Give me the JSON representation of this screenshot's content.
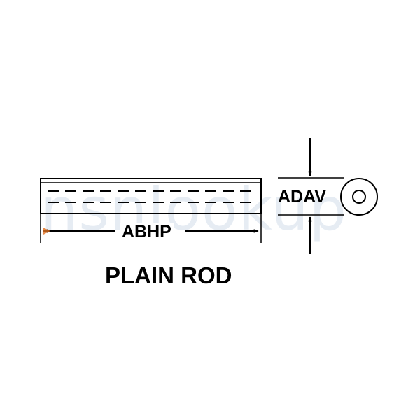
{
  "watermark": "nsnlookup",
  "labels": {
    "length": "ABHP",
    "diameter": "ADAV",
    "title": "PLAIN ROD"
  },
  "colors": {
    "line": "#000000",
    "watermark": "#c9d6e6",
    "marker": "#e07020"
  }
}
